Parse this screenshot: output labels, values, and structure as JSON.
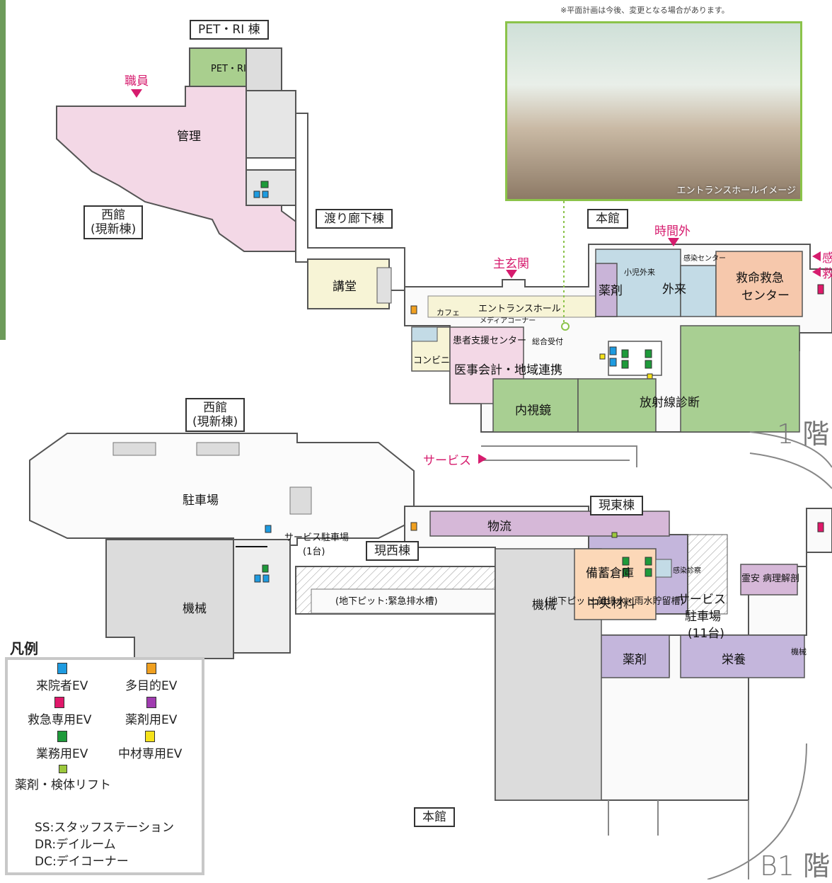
{
  "notice": "※平面計画は今後、変更となる場合があります。",
  "photo_caption": "エントランスホールイメージ",
  "floor1": {
    "floor_label": "1 階",
    "buildings": {
      "pet_ri": "PET・RI 棟",
      "west_line1": "西館",
      "west_line2": "(現新棟)",
      "corridor": "渡り廊下棟",
      "main": "本館"
    },
    "entrances": {
      "staff": "職員",
      "main_entrance": "主玄関",
      "after_hours": "時間外",
      "service": "サービス",
      "side_1": "感",
      "side_2": "救"
    },
    "rooms": {
      "pet_ri": "PET・RI",
      "admin": "管理",
      "auditorium": "講堂",
      "cafe": "カフェ",
      "media_corner": "メディアコーナー",
      "entrance_hall": "エントランスホール",
      "pharmacy": "薬剤",
      "pediatric": "小児外来",
      "outpatient": "外来",
      "infection": "感染センター",
      "emergency_line1": "救命救急",
      "emergency_line2": "センター",
      "patient_support": "患者支援センター",
      "general_reception": "総合受付",
      "convenience": "コンビニ",
      "accounting": "医事会計・地域連携",
      "endoscopy": "内視鏡",
      "radiology": "放射線診断"
    }
  },
  "floorB1": {
    "floor_label": "B1 階",
    "buildings": {
      "west_line1": "西館",
      "west_line2": "(現新棟)",
      "current_east": "現東棟",
      "current_west": "現西棟",
      "main": "本館"
    },
    "rooms": {
      "parking": "駐車場",
      "service_parking_small_line1": "サービス駐車場",
      "service_parking_small_line2": "(1台)",
      "machinery_west": "機械",
      "emergency_drain": "(地下ピット:緊急排水槽)",
      "storage": "備蓄倉庫",
      "rain_storage": "(地下ピット:雑排水・雨水貯留槽)",
      "pharmacy": "薬剤",
      "nutrition": "栄養",
      "machinery_east": "機械",
      "logistics": "物流",
      "infection_exam": "感染診察",
      "mortuary": "霊安",
      "pathology": "病理解剖",
      "machinery_main": "機械",
      "central_supply": "中央材料",
      "service_parking_line1": "サービス",
      "service_parking_line2": "駐車場",
      "service_parking_line3": "(11台)"
    }
  },
  "legend": {
    "title": "凡例",
    "items": [
      {
        "label": "来院者EV",
        "color": "#1e9be0"
      },
      {
        "label": "多目的EV",
        "color": "#f0a020"
      },
      {
        "label": "救急専用EV",
        "color": "#e0186a"
      },
      {
        "label": "薬剤用EV",
        "color": "#a03cb0"
      },
      {
        "label": "業務用EV",
        "color": "#1e9a3a"
      },
      {
        "label": "中材専用EV",
        "color": "#f5e21a"
      },
      {
        "label": "薬剤・検体リフト",
        "color": "#9cc83c"
      }
    ],
    "abbreviations": [
      "SS:スタッフステーション",
      "DR:デイルーム",
      "DC:デイコーナー"
    ]
  },
  "colors": {
    "admin_pink": "#f3d8e6",
    "pet_green": "#a9cf8e",
    "clinical_green": "#a8cf92",
    "auditorium_cream": "#f7f4d6",
    "outpatient_blue": "#c3dbe6",
    "emergency_orange": "#f6c8ac",
    "storage_purple": "#c4b6dc",
    "machinery_gray": "#dcdcdc",
    "central_supply_peach": "#fcd8b8",
    "accent_pink": "#d61c6e",
    "photo_frame_green": "#8bc34a"
  }
}
